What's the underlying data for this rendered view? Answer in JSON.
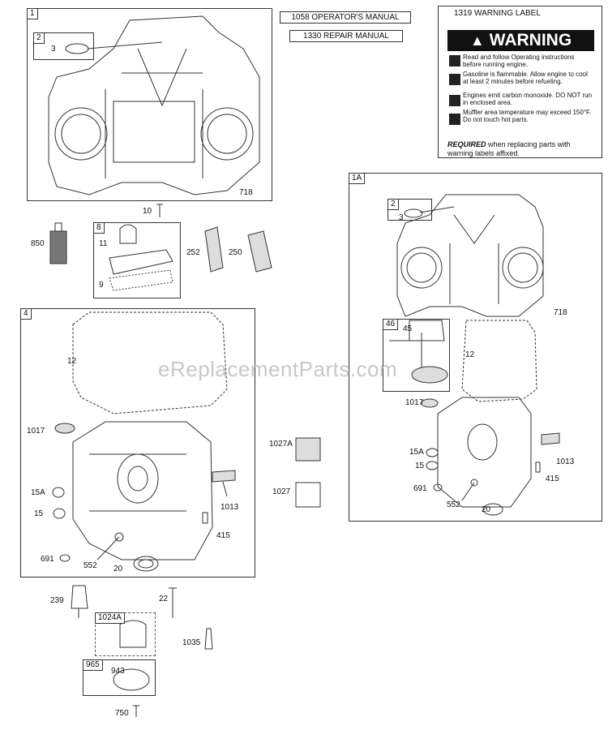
{
  "manuals": {
    "operators": "1058 OPERATOR'S MANUAL",
    "repair": "1330 REPAIR MANUAL"
  },
  "warning_label": {
    "title": "1319 WARNING LABEL",
    "heading": "WARNING",
    "lines": [
      "Read and follow Operating instructions before running engine.",
      "Gasoline is flammable. Allow engine to cool at least 2 minutes before refueling.",
      "Engines emit carbon monoxide. DO NOT run in enclosed area.",
      "Muffler area temperature may exceed 150°F. Do not touch hot parts."
    ],
    "required_word": "REQUIRED",
    "required_rest": " when replacing parts with warning labels affixed."
  },
  "groups": {
    "g1": "1",
    "g1a": "1A",
    "g4": "4",
    "g8": "8",
    "g2": "2",
    "g2b": "2",
    "g46": "46",
    "g1024a": "1024A",
    "g965": "965"
  },
  "labels": {
    "p3": "3",
    "p718": "718",
    "p10": "10",
    "p850": "850",
    "p11": "11",
    "p9": "9",
    "p252": "252",
    "p250": "250",
    "p12": "12",
    "p1017": "1017",
    "p15a": "15A",
    "p15": "15",
    "p691": "691",
    "p552": "552",
    "p20": "20",
    "p1013": "1013",
    "p415": "415",
    "p1027a": "1027A",
    "p1027": "1027",
    "r3": "3",
    "r718": "718",
    "r45": "45",
    "r12": "12",
    "r1017": "1017",
    "r15a": "15A",
    "r15": "15",
    "r691": "691",
    "r552": "552",
    "r20": "20",
    "r1013": "1013",
    "r415": "415",
    "p239": "239",
    "p22": "22",
    "p1035": "1035",
    "p943": "943",
    "p750": "750"
  },
  "watermark": "eReplacementParts.com"
}
